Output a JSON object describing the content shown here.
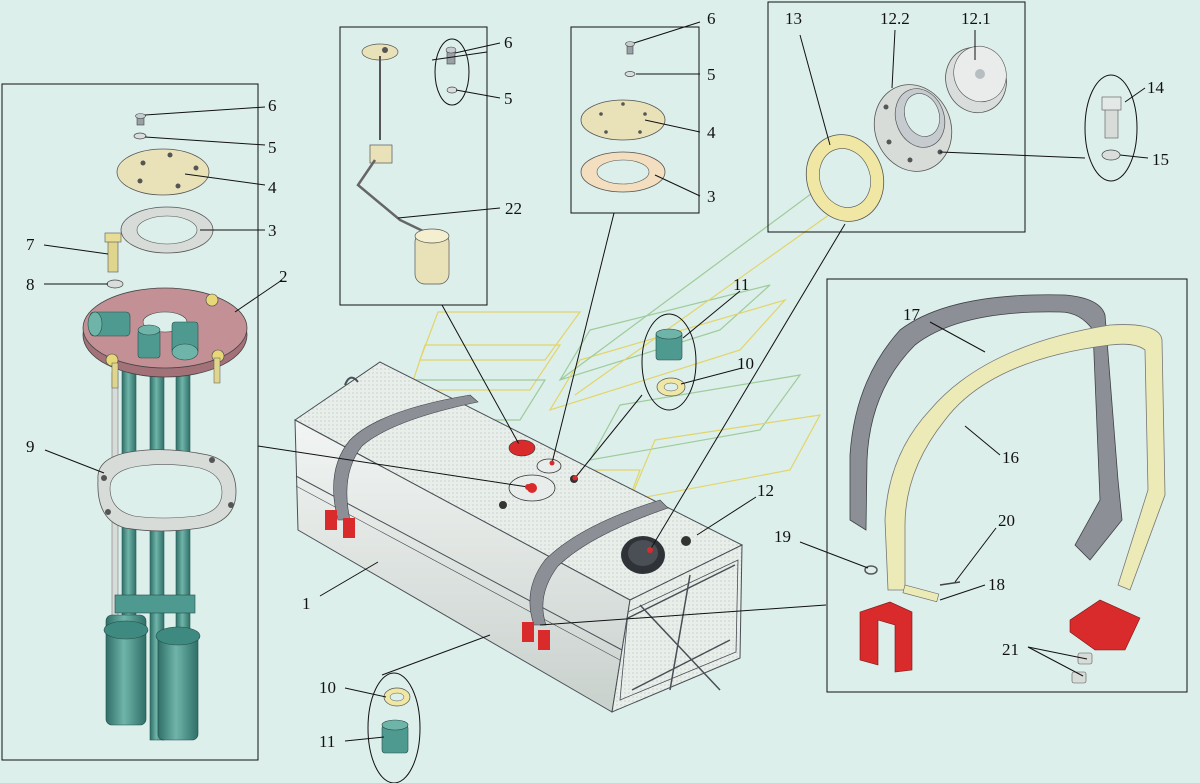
{
  "figure": {
    "background": "#dcefeb",
    "colors": {
      "tank": "#e6ece8",
      "tank_edge": "#4a4f55",
      "tube": "#4f9a90",
      "tube_dark": "#2f6f68",
      "flange_red": "#b9838a",
      "strap_gray": "#8c8f96",
      "strap_yellow": "#eceab6",
      "bracket_red": "#d92b2b",
      "gasket_yellow": "#f1e7a4",
      "gasket_light": "#f3dfbf",
      "guide_yellow": "#e3d46a",
      "guide_green": "#9ecb9b"
    }
  },
  "callouts": [
    {
      "id": "c6a",
      "text": "6"
    },
    {
      "id": "c5a",
      "text": "5"
    },
    {
      "id": "c4a",
      "text": "4"
    },
    {
      "id": "c3a",
      "text": "3"
    },
    {
      "id": "c7",
      "text": "7"
    },
    {
      "id": "c8",
      "text": "8"
    },
    {
      "id": "c2",
      "text": "2"
    },
    {
      "id": "c9",
      "text": "9"
    },
    {
      "id": "c6b",
      "text": "6"
    },
    {
      "id": "c5b",
      "text": "5"
    },
    {
      "id": "c22",
      "text": "22"
    },
    {
      "id": "c6c",
      "text": "6"
    },
    {
      "id": "c5c",
      "text": "5"
    },
    {
      "id": "c4c",
      "text": "4"
    },
    {
      "id": "c3c",
      "text": "3"
    },
    {
      "id": "c13",
      "text": "13"
    },
    {
      "id": "c122",
      "text": "12.2"
    },
    {
      "id": "c121",
      "text": "12.1"
    },
    {
      "id": "c14",
      "text": "14"
    },
    {
      "id": "c15",
      "text": "15"
    },
    {
      "id": "c11a",
      "text": "11"
    },
    {
      "id": "c10a",
      "text": "10"
    },
    {
      "id": "c12",
      "text": "12"
    },
    {
      "id": "c17",
      "text": "17"
    },
    {
      "id": "c16",
      "text": "16"
    },
    {
      "id": "c20",
      "text": "20"
    },
    {
      "id": "c19",
      "text": "19"
    },
    {
      "id": "c18",
      "text": "18"
    },
    {
      "id": "c21",
      "text": "21"
    },
    {
      "id": "c1",
      "text": "1"
    },
    {
      "id": "c10b",
      "text": "10"
    },
    {
      "id": "c11b",
      "text": "11"
    }
  ]
}
